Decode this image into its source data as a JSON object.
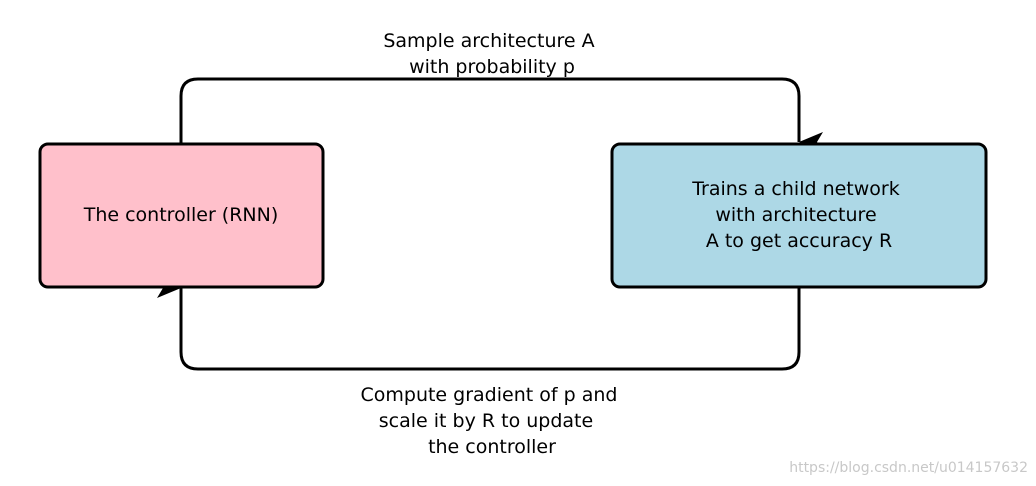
{
  "nodes": {
    "controller": {
      "lines": [
        "The controller (RNN)"
      ],
      "fill": "#FFC0CB"
    },
    "child_network": {
      "lines": [
        "Trains a child network",
        "with architecture",
        "A to get accuracy R"
      ],
      "fill": "#ADD8E6"
    }
  },
  "edges": {
    "sample": {
      "lines": [
        "Sample architecture A",
        "with probability p"
      ]
    },
    "update": {
      "lines": [
        "Compute gradient of p and",
        "scale it by R to update",
        "the controller"
      ]
    }
  },
  "colors": {
    "stroke": "#000000",
    "watermark": "#C8C8C8"
  },
  "watermark": "https://blog.csdn.net/u014157632"
}
